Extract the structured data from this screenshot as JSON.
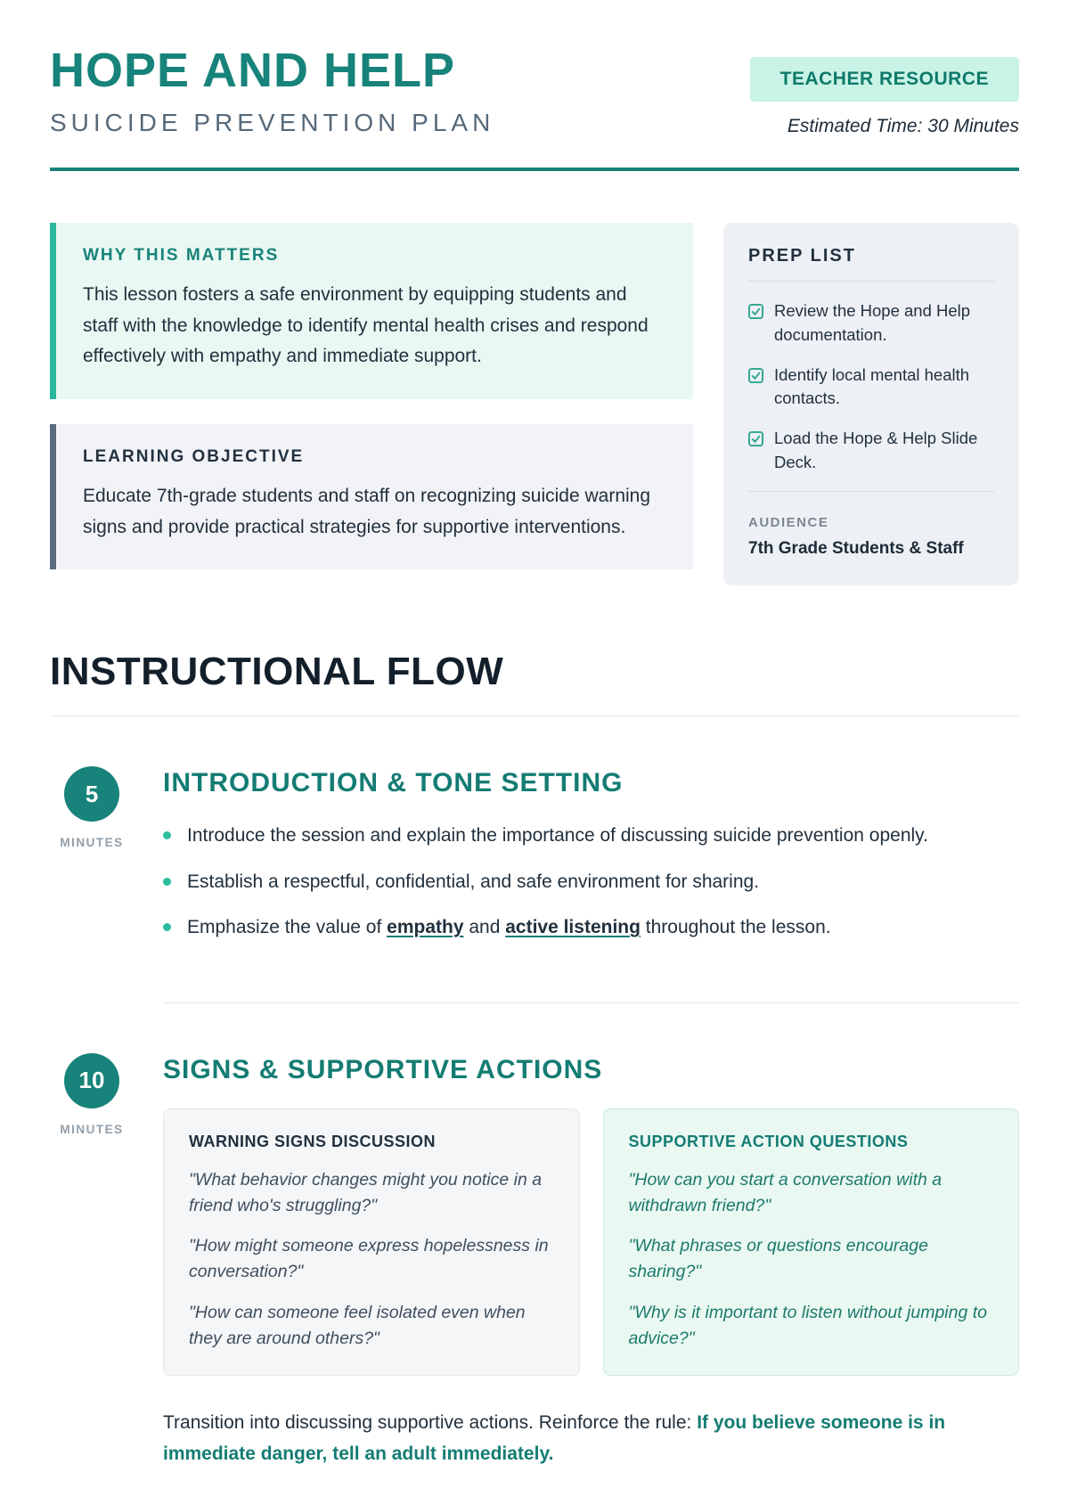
{
  "colors": {
    "brand_teal": "#17837a",
    "accent_green": "#2bb79c",
    "mint_bg": "#e9f8f2",
    "badge_bg": "#c9f3e6",
    "slate": "#56697a",
    "navy": "#131f2b"
  },
  "header": {
    "title": "HOPE AND HELP",
    "subtitle": "SUICIDE PREVENTION PLAN",
    "badge": "TEACHER RESOURCE",
    "estimated_time": "Estimated Time: 30 Minutes"
  },
  "why": {
    "title": "WHY THIS MATTERS",
    "body": "This lesson fosters a safe environment by equipping students and staff with the knowledge to identify mental health crises and respond effectively with empathy and immediate support."
  },
  "objective": {
    "title": "LEARNING OBJECTIVE",
    "body": "Educate 7th-grade students and staff on recognizing suicide warning signs and provide practical strategies for supportive interventions."
  },
  "prep": {
    "title": "PREP LIST",
    "items": [
      "Review the Hope and Help documentation.",
      "Identify local mental health contacts.",
      "Load the Hope & Help Slide Deck."
    ],
    "audience_label": "AUDIENCE",
    "audience_value": "7th Grade Students & Staff"
  },
  "flow": {
    "title": "INSTRUCTIONAL FLOW",
    "steps": [
      {
        "minutes": "5",
        "minutes_label": "MINUTES",
        "title": "INTRODUCTION & TONE SETTING",
        "bullets": [
          "Introduce the session and explain the importance of discussing suicide prevention openly.",
          "Establish a respectful, confidential, and safe environment for sharing."
        ],
        "bullet_rich": {
          "prefix": "Emphasize the value of ",
          "term1": "empathy",
          "mid": " and ",
          "term2": "active listening",
          "suffix": " throughout the lesson."
        }
      },
      {
        "minutes": "10",
        "minutes_label": "MINUTES",
        "title": "SIGNS & SUPPORTIVE ACTIONS",
        "warning_card": {
          "title": "WARNING SIGNS DISCUSSION",
          "quotes": [
            "\"What behavior changes might you notice in a friend who's struggling?\"",
            "\"How might someone express hopelessness in conversation?\"",
            "\"How can someone feel isolated even when they are around others?\""
          ]
        },
        "support_card": {
          "title": "SUPPORTIVE ACTION QUESTIONS",
          "quotes": [
            "\"How can you start a conversation with a withdrawn friend?\"",
            "\"What phrases or questions encourage sharing?\"",
            "\"Why is it important to listen without jumping to advice?\""
          ]
        },
        "transition": {
          "normal": "Transition into discussing supportive actions. Reinforce the rule: ",
          "bold": "If you believe someone is in immediate danger, tell an adult immediately."
        }
      }
    ]
  }
}
